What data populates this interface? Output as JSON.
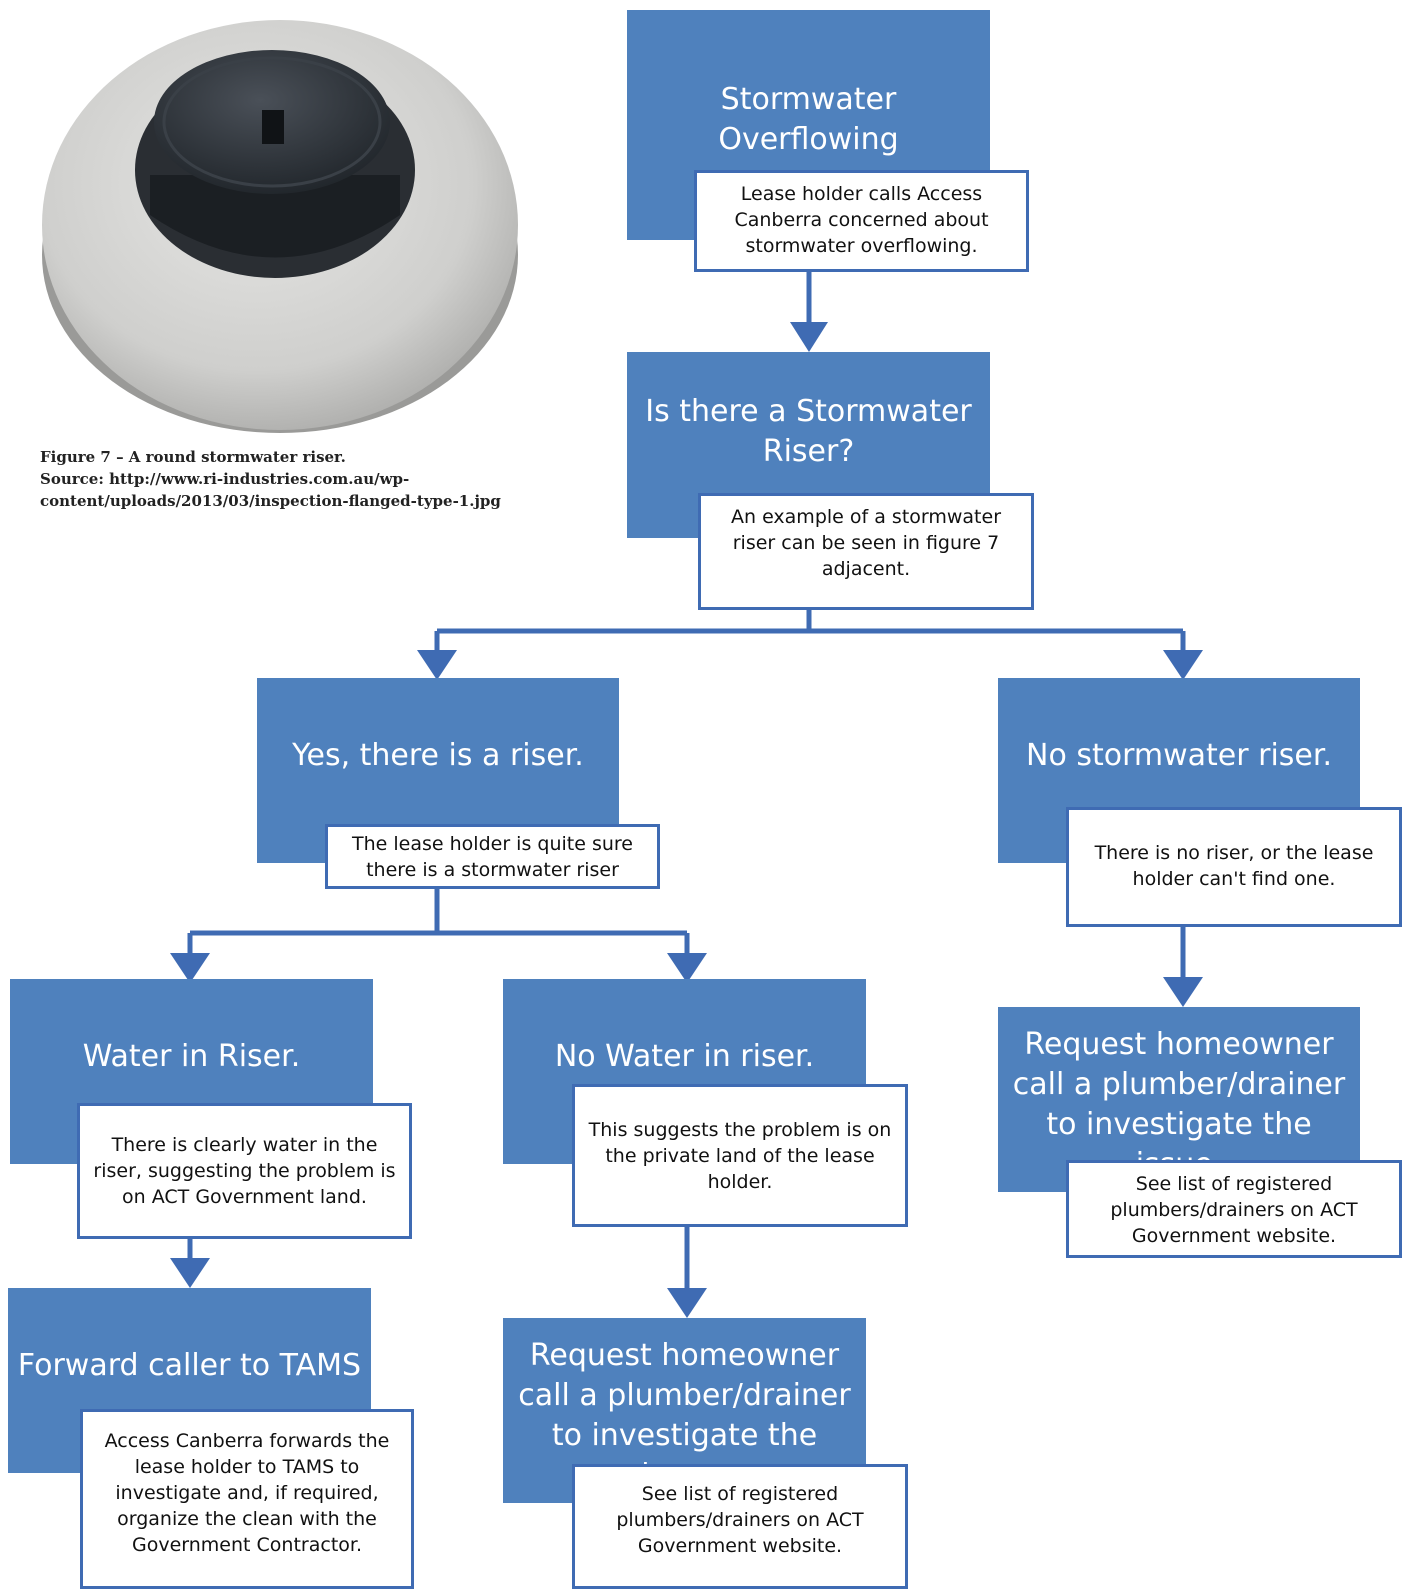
{
  "figure": {
    "image_name": "round-stormwater-riser-photo",
    "caption_line1": "Figure 7 – A round stormwater riser.",
    "caption_line2": "Source: http://www.ri-industries.com.au/wp-",
    "caption_line3": "content/uploads/2013/03/inspection-flanged-type-1.jpg"
  },
  "colors": {
    "box_fill": "#4f81bd",
    "note_border": "#3f6bb3",
    "connector": "#3f6bb3"
  },
  "nodes": {
    "start": {
      "heading": "Stormwater Overflowing",
      "note": "Lease holder calls Access Canberra concerned about stormwater overflowing."
    },
    "riser_check": {
      "heading": "Is there a Stormwater Riser?",
      "note": "An example of a stormwater riser can be seen in figure 7 adjacent."
    },
    "yes_riser": {
      "heading": "Yes, there is a riser.",
      "note": "The lease holder is quite sure there is a stormwater riser"
    },
    "no_riser": {
      "heading": "No stormwater riser.",
      "note": "There is no riser, or the lease holder can't find one."
    },
    "water_in_riser": {
      "heading": "Water in Riser.",
      "note": "There is clearly water in the riser, suggesting the problem is on ACT Government land."
    },
    "no_water": {
      "heading": "No Water in riser.",
      "note": "This suggests the problem is on the private land of the lease holder."
    },
    "forward_tams": {
      "heading": "Forward caller to TAMS",
      "note": "Access Canberra forwards the lease holder to TAMS to investigate and, if required, organize the clean with the Government Contractor."
    },
    "plumber_mid": {
      "heading": "Request homeowner call a plumber/drainer to investigate the issue.",
      "note": "See list of registered plumbers/drainers on ACT Government website."
    },
    "plumber_right": {
      "heading": "Request homeowner call a plumber/drainer to investigate the issue.",
      "note": "See list of registered plumbers/drainers on ACT Government website."
    }
  }
}
